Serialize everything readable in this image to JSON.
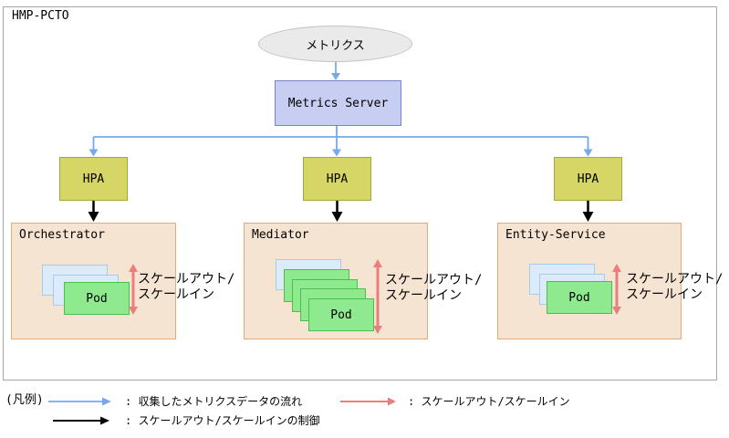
{
  "title": "HMP-PCTO",
  "diagram": {
    "metrics_label": "メトリクス",
    "metrics_server_label": "Metrics Server",
    "hpa_label": "HPA",
    "pod_label": "Pod",
    "scale_line1": "スケールアウト/",
    "scale_line2": "スケールイン",
    "containers": [
      {
        "name": "Orchestrator",
        "blue_pod_count": 2,
        "green_pod_count": 1
      },
      {
        "name": "Mediator",
        "blue_pod_count": 1,
        "green_pod_count": 4
      },
      {
        "name": "Entity-Service",
        "blue_pod_count": 2,
        "green_pod_count": 1
      }
    ]
  },
  "legend": {
    "title": "(凡例)",
    "items": [
      {
        "id": "metrics-flow",
        "color": "#76a9ec",
        "label": ": 収集したメトリクスデータの流れ"
      },
      {
        "id": "scale-out-in",
        "color": "#ec7d7d",
        "label": ": スケールアウト/スケールイン"
      },
      {
        "id": "scale-control",
        "color": "#000000",
        "label": ": スケールアウト/スケールインの制御"
      }
    ]
  },
  "colors": {
    "metrics_flow_arrow": "#76a9ec",
    "scale_arrow": "#ec7d7d",
    "control_arrow": "#000000",
    "metrics_server_fill": "#c8cef2",
    "metrics_server_border": "#7484ce",
    "hpa_fill": "#d5d666",
    "hpa_border": "#a4a63e",
    "container_fill": "#f6e4d3",
    "container_border": "#e0ac7c",
    "pod_blue_fill": "#dcebfa",
    "pod_blue_border": "#a8cbec",
    "pod_green_fill": "#8fea8f",
    "pod_green_border": "#4cbe4c",
    "ellipse_fill": "#eaeaea",
    "ellipse_border": "#c2c2c2",
    "frame_border": "#a6a6a6"
  }
}
